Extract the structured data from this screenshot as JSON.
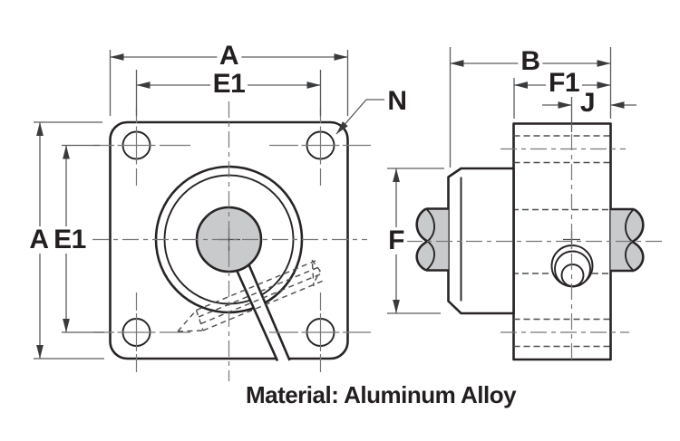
{
  "drawing": {
    "labels": {
      "a_top": "A",
      "e1_top": "E1",
      "a_left": "A",
      "e1_left": "E1",
      "n": "N",
      "b": "B",
      "f1": "F1",
      "j": "J",
      "f": "F"
    },
    "note": {
      "material": "Material: Aluminum Alloy"
    },
    "colors": {
      "outline": "#282425",
      "dim_line": "#5b5c5e",
      "centerline": "#77787b",
      "hidden_line": "#4c4d4f",
      "fill_gray": "#c9cacc",
      "background": "#ffffff",
      "text": "#231f20"
    }
  }
}
